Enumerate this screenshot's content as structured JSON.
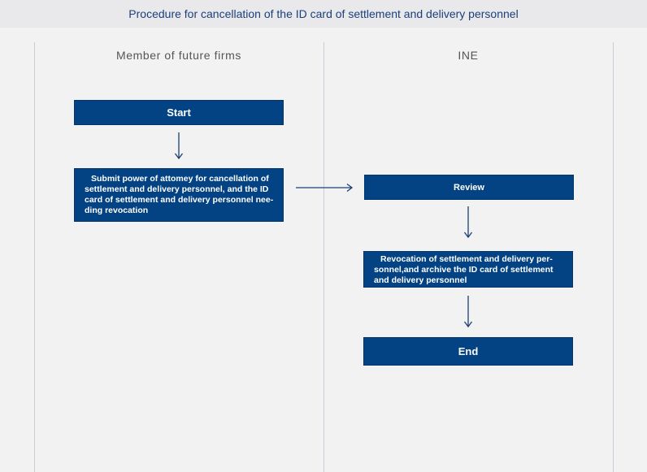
{
  "title": "Procedure for cancellation of the ID card of settlement and delivery personnel",
  "lanes": {
    "member": "Member of future firms",
    "ine": "INE"
  },
  "steps": {
    "start": "Start",
    "submit": "Submit power of attomey for cancellation of settlement and delivery personnel, and the ID card of settlement and delivery personnel nee-ding revocation",
    "review": "Review",
    "revocation": "Revocation of settlement and delivery per-sonnel,and archive the ID card of settlement and delivery personnel",
    "end": "End"
  },
  "colors": {
    "box": "#034283",
    "arrow": "#1b3f73",
    "title": "#1a3f7a"
  }
}
